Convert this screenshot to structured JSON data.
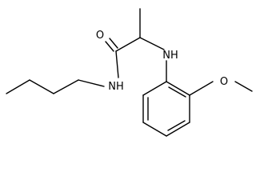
{
  "molecule": {
    "atoms": {
      "o_carbonyl": "O",
      "nh_amide": "NH",
      "nh_aniline": "NH",
      "o_methoxy": "O"
    }
  },
  "colors": {
    "bond": "#000000",
    "label": "#000000",
    "background": "#ffffff"
  }
}
